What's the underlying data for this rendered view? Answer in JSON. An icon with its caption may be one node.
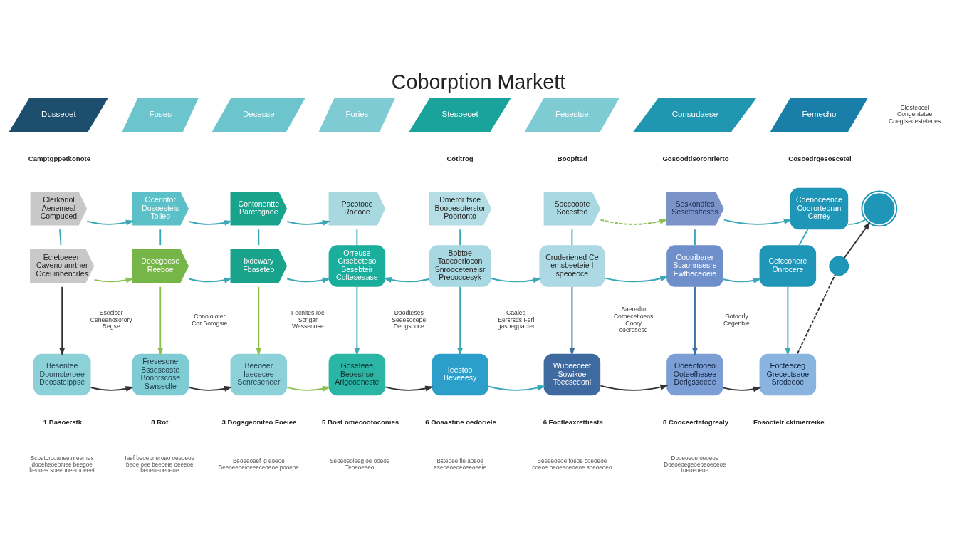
{
  "diagram": {
    "title": "Coborption Markett",
    "nodes": [
      {
        "text": [
          "Dusseoet"
        ],
        "beside": [
          "Camptgppetkonote"
        ]
      },
      {
        "text": [
          "Foses"
        ]
      },
      {
        "text": [
          "Decesse"
        ]
      },
      {
        "text": [
          "Fories"
        ]
      },
      {
        "text": [
          "Stesoecet"
        ],
        "beside": [
          "Cotitrog"
        ]
      },
      {
        "text": [
          "Fesestse"
        ],
        "beside": [
          "Boopftad"
        ]
      },
      {
        "text": [
          "Consudaese"
        ],
        "beside": [
          "Gosoodtisoronrierto"
        ]
      },
      {
        "text": [
          "Femecho"
        ],
        "beside": [
          "Cosoedrgesoscetel"
        ]
      },
      {
        "text": [
          "Clerkanol Aenemeal Compuoed"
        ]
      },
      {
        "text": [
          "Ocenntor Dosoesteis Tolleo"
        ]
      },
      {
        "text": [
          "Contonentte Paretegnoe"
        ]
      },
      {
        "text": [
          "Pacotoce Roeoce"
        ]
      },
      {
        "text": [
          "Dmerdr fsoe Boooesoterstor Poortonto"
        ]
      },
      {
        "text": [
          "Soccoobte Socesteo"
        ]
      },
      {
        "text": [
          "Seskondfes Sesctestteses"
        ]
      },
      {
        "text": [
          "Coenoceence Coororteoran Cerrey"
        ]
      },
      {
        "text": [],
        "shape": "circle"
      },
      {
        "text": [
          "Ecletoeeen Caveno anrtner Oceuinbencrles"
        ]
      },
      {
        "text": [
          "Deeegeese Reeboe"
        ]
      },
      {
        "text": [
          "Ixdewary Fbaseteo"
        ]
      },
      {
        "text": [
          "Orreuse Crsebeteso Besebteir Colteseaase"
        ]
      },
      {
        "text": [
          "Bobtoe Taocoerlocon Snrooceteneisr Precoccesyk"
        ]
      },
      {
        "text": [
          "Cruderiened Ce emsbeeteie I speoeoce"
        ]
      },
      {
        "text": [
          "Cootribarer Scaonnsesre Ewtheceoeie"
        ]
      },
      {
        "text": [
          "Cefcconere Onrocere"
        ]
      },
      {
        "text": [],
        "shape": "circle"
      },
      {
        "text": [
          "Besentee Doomsteroee Deossteippse"
        ]
      },
      {
        "text": [
          "Fresesone Bssescoste Boonrscose Swrseclle"
        ]
      },
      {
        "text": [
          "Beeoeer Iaececee Senreseneer"
        ]
      },
      {
        "text": [
          "Goseteee Beoesnse Arlgeoeneste"
        ]
      },
      {
        "text": [
          "Ieestoo Beveeesy"
        ]
      },
      {
        "text": [
          "Wuoeeceet Sowikoe Toecseeonl"
        ]
      },
      {
        "text": [
          "Ooeeotooeo Ooteefhesee Derlgsseeoe"
        ]
      },
      {
        "text": [
          "Eocteeceg Grecectseoe Sredeeoe"
        ]
      }
    ],
    "edges": [
      {
        "from": 8,
        "to": 9,
        "arrow": "to"
      },
      {
        "from": 9,
        "to": 10,
        "arrow": "to"
      },
      {
        "from": 10,
        "to": 11,
        "arrow": "to"
      },
      {
        "from": 13,
        "to": 14,
        "arrow": "to",
        "style": "dashed",
        "color": "#8cc152"
      },
      {
        "from": 14,
        "to": 15,
        "arrow": "to"
      },
      {
        "from": 15,
        "to": 16,
        "arrow": "none"
      },
      {
        "from": 8,
        "to": 17,
        "arrow": "none"
      },
      {
        "from": 9,
        "to": 18,
        "arrow": "none"
      },
      {
        "from": 10,
        "to": 19,
        "arrow": "none"
      },
      {
        "from": 11,
        "to": 20,
        "arrow": "none"
      },
      {
        "from": 12,
        "to": 21,
        "arrow": "none"
      },
      {
        "from": 13,
        "to": 22,
        "arrow": "none"
      },
      {
        "from": 14,
        "to": 23,
        "arrow": "none"
      },
      {
        "from": 15,
        "to": 24,
        "arrow": "none"
      },
      {
        "from": 17,
        "to": 18,
        "arrow": "to",
        "color": "#8cc152"
      },
      {
        "from": 18,
        "to": 19,
        "arrow": "to"
      },
      {
        "from": 19,
        "to": 20,
        "arrow": "to"
      },
      {
        "from": 21,
        "to": 20,
        "arrow": "to"
      },
      {
        "from": 21,
        "to": 22,
        "arrow": "to"
      },
      {
        "from": 22,
        "to": 23,
        "arrow": "to"
      },
      {
        "from": 23,
        "to": 24,
        "arrow": "to"
      },
      {
        "from": 25,
        "to": 16,
        "arrow": "to",
        "color": "#333333"
      },
      {
        "from": 17,
        "to": 26,
        "arrow": "to",
        "color": "#333333"
      },
      {
        "from": 18,
        "to": 27,
        "arrow": "to",
        "color": "#8cc152"
      },
      {
        "from": 19,
        "to": 28,
        "arrow": "to",
        "color": "#8cc152"
      },
      {
        "from": 20,
        "to": 29,
        "arrow": "to"
      },
      {
        "from": 21,
        "to": 30,
        "arrow": "to"
      },
      {
        "from": 22,
        "to": 31,
        "arrow": "to",
        "color": "#3d6fa3"
      },
      {
        "from": 23,
        "to": 32,
        "arrow": "to",
        "color": "#3d6fa3"
      },
      {
        "from": 24,
        "to": 33,
        "arrow": "to"
      },
      {
        "from": 26,
        "to": 27,
        "arrow": "to",
        "color": "#333333"
      },
      {
        "from": 27,
        "to": 28,
        "arrow": "to",
        "color": "#333333"
      },
      {
        "from": 28,
        "to": 29,
        "arrow": "to",
        "color": "#8cc152"
      },
      {
        "from": 29,
        "to": 30,
        "arrow": "to",
        "color": "#333333"
      },
      {
        "from": 30,
        "to": 31,
        "arrow": "to"
      },
      {
        "from": 31,
        "to": 32,
        "arrow": "to",
        "color": "#333333"
      },
      {
        "from": 32,
        "to": 33,
        "arrow": "to",
        "color": "#333333"
      },
      {
        "from": 33,
        "to": 25,
        "arrow": "none",
        "style": "dashed",
        "color": "#333333"
      }
    ],
    "labels": [
      "Clesteocel Congentetee Coegtsecesteteces",
      "Eseciser Ceneenosorory Regse",
      "Conoioloter Cor Borogsie",
      "Fecnites Ioe Scrigar Wessenose",
      "Doodteses Seeesocepe Deogscoce",
      "Caaleg Eersrsds Ferl gaspegpacter",
      "Saeredto Cornecetioeos Coory coeresese",
      "Gotoorly Cegenbie",
      "1 Basoerstk",
      "Scoetorcoaneetnreemes dooeheoeoniee beegoe beooes soeeoneemoeeet",
      "8 Rof",
      "Iaef beoeoneroeo oeeoeoe beoe oee beeoeie oeeeoe beoeoeoeoeoe",
      "3 Dogsgeoniteo Foeiee",
      "Beoeeoeef ig eoeoe Beeoeeoeioeeeceoeoe pooeoe",
      "5 Bost omecootoconies",
      "Seoeoeoieeg oe ooeoe Teoeoeeeo",
      "6 Ooaastine oedoriele",
      "Bsteoee fie aoeoe aseoeoeoeoeeoeeie",
      "6 Foctleaxrettiesta",
      "Beeeeoeoe foeoe coeoeoe coeoe oeoeeoeoeoe soeoeoeo",
      "8 Cooceertatogrealy",
      "Dooeoeoe oeoeoe Doeoeoegeoeoeoeoeoe toeoeoeoe",
      "Fosoctelr cktmerreike"
    ]
  }
}
